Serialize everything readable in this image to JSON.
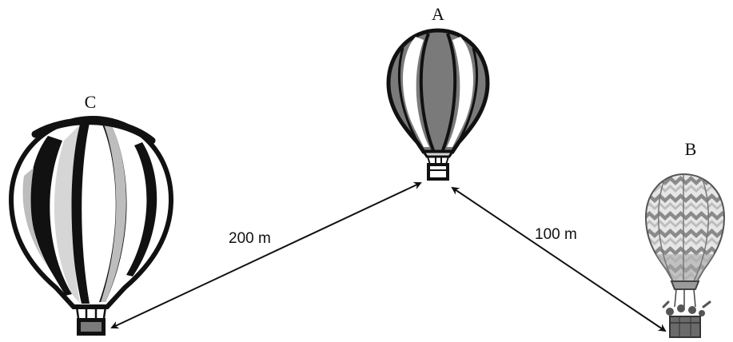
{
  "balloons": [
    {
      "id": "A",
      "label": "A"
    },
    {
      "id": "B",
      "label": "B"
    },
    {
      "id": "C",
      "label": "C"
    }
  ],
  "distances": [
    {
      "between": [
        "A",
        "C"
      ],
      "label": "200 m"
    },
    {
      "between": [
        "A",
        "B"
      ],
      "label": "100 m"
    }
  ],
  "colors": {
    "ink": "#111111",
    "balloon_dark_gray": "#7a7a7a",
    "balloon_light_gray": "#d6d6d6",
    "balloon_white": "#ffffff"
  },
  "icons": {
    "balloon_a": "hot-air-balloon-striped-icon",
    "balloon_b": "hot-air-balloon-patterned-icon",
    "balloon_c": "hot-air-balloon-striped-icon"
  }
}
